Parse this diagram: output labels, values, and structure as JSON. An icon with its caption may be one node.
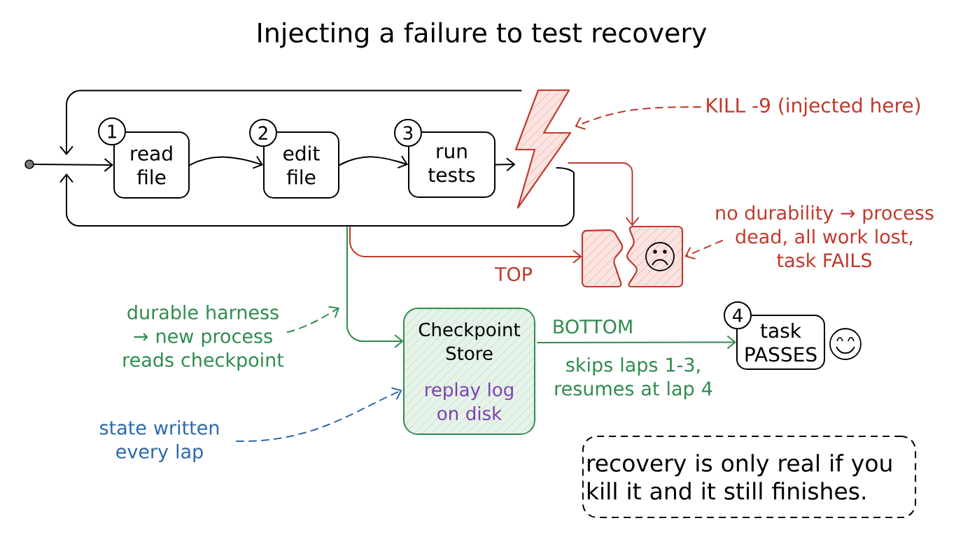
{
  "diagram": {
    "title": "Injecting a failure to test recovery",
    "nodes": [
      {
        "text": [],
        "shape": "circle"
      },
      {
        "text": [
          "1"
        ]
      },
      {
        "text": [
          "read file"
        ]
      },
      {
        "text": [
          "2"
        ]
      },
      {
        "text": [
          "edit file"
        ]
      },
      {
        "text": [
          "3"
        ]
      },
      {
        "text": [
          "run tests"
        ]
      },
      {
        "text": [],
        "shape": "lightning"
      },
      {
        "text": [
          "KILL -9 (injected here)"
        ]
      },
      {
        "text": [],
        "shape": "box"
      },
      {
        "text": [
          "no durability → process dead, all work lost, task FAILS"
        ]
      },
      {
        "text": [
          "durable harness → new process reads checkpoint"
        ]
      },
      {
        "text": [
          "Checkpoint Store",
          "replay log on disk"
        ]
      },
      {
        "text": [
          "state written every lap"
        ]
      },
      {
        "text": [
          "4"
        ]
      },
      {
        "text": [
          "task PASSES"
        ]
      },
      {
        "text": [
          "recovery is only real if you kill it and it still finishes."
        ]
      }
    ],
    "edges": [
      {
        "from": 0,
        "to": 2,
        "arrow": "to"
      },
      {
        "from": 2,
        "to": 4,
        "arrow": "to"
      },
      {
        "from": 4,
        "to": 6,
        "arrow": "to"
      },
      {
        "from": 6,
        "to": 7,
        "arrow": "to"
      },
      {
        "from": 8,
        "to": 7,
        "arrow": "to",
        "style": "dashed",
        "color": "#c0392b"
      },
      {
        "from": 7,
        "to": 9,
        "arrow": "to",
        "color": "#c0392b"
      },
      {
        "from": 7,
        "to": null,
        "arrow": "to"
      },
      {
        "from": 7,
        "to": null,
        "arrow": "to"
      },
      {
        "from": null,
        "to": 9,
        "arrow": "to",
        "label": "TOP",
        "color": "#c0392b"
      },
      {
        "from": null,
        "to": 12,
        "arrow": "to",
        "color": "#2f8c4e"
      },
      {
        "from": 12,
        "to": 15,
        "arrow": "to",
        "label": "BOTTOM",
        "color": "#2f8c4e"
      },
      {
        "from": 11,
        "to": null,
        "arrow": "to",
        "style": "dashed",
        "color": "#2f8c4e"
      },
      {
        "from": 13,
        "to": 12,
        "arrow": "to",
        "style": "dashed",
        "color": "#2d68ad"
      },
      {
        "from": 10,
        "to": 9,
        "arrow": "to",
        "style": "dashed",
        "color": "#c0392b"
      }
    ],
    "labels": [
      "skips laps 1-3, resumes at lap 4"
    ]
  }
}
